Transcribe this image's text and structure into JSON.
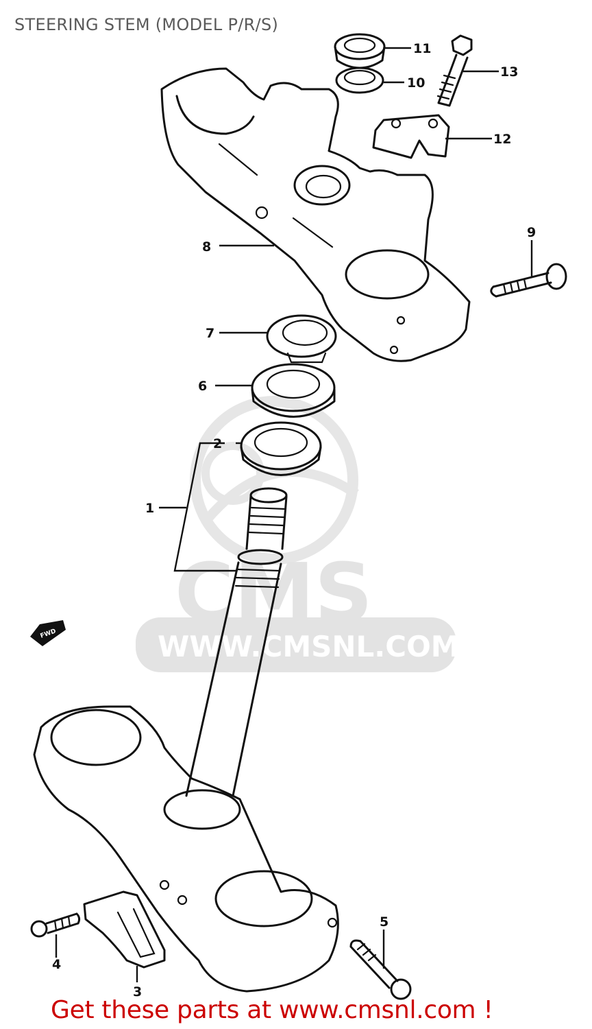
{
  "title": "STEERING STEM (MODEL P/R/S)",
  "footer": {
    "prefix": "Get these parts at ",
    "link_text": "www.cmsnl.com",
    "suffix": " !",
    "color": "#cc0000"
  },
  "watermark": {
    "logo_text": "CMS",
    "url_text": "WWW.CMSNL.COM",
    "color": "#e3e3e3"
  },
  "direction_indicator": {
    "label": "FWD",
    "icon": "arrow-left-icon"
  },
  "callouts": [
    {
      "number": "1",
      "part": "steering stem"
    },
    {
      "number": "2",
      "part": "lower bearing"
    },
    {
      "number": "3",
      "part": "brake hose clamp"
    },
    {
      "number": "4",
      "part": "clamp bolt"
    },
    {
      "number": "5",
      "part": "lower clamp bolt"
    },
    {
      "number": "6",
      "part": "upper bearing"
    },
    {
      "number": "7",
      "part": "stem lock nut"
    },
    {
      "number": "8",
      "part": "upper bracket"
    },
    {
      "number": "9",
      "part": "upper clamp bolt"
    },
    {
      "number": "10",
      "part": "washer"
    },
    {
      "number": "11",
      "part": "stem head nut"
    },
    {
      "number": "12",
      "part": "handlebar holder"
    },
    {
      "number": "13",
      "part": "holder bolt"
    }
  ]
}
